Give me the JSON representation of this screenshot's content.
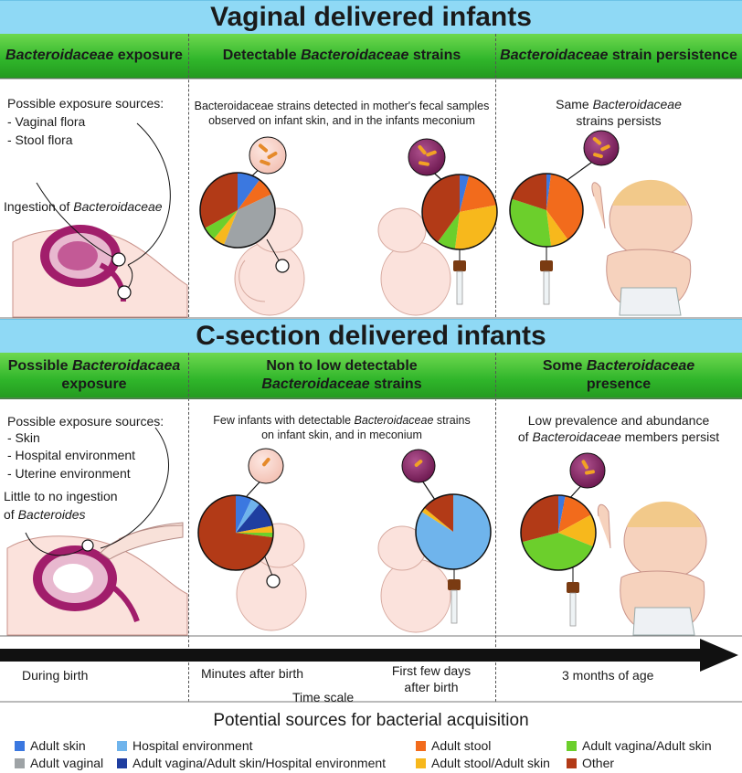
{
  "vaginal": {
    "title": "Vaginal delivered infants",
    "col1_header_it": "Bacteroidaceae",
    "col1_header_rest": " exposure",
    "col2_header_pre": "Detectable ",
    "col2_header_it": "Bacteroidaceae",
    "col2_header_post": " strains",
    "col3_header_it": "Bacteroidaceae",
    "col3_header_rest": " strain persistence",
    "exposure_title": "Possible exposure sources:",
    "exposure_items": [
      "- Vaginal flora",
      "- Stool flora"
    ],
    "ingestion_pre": "Ingestion of ",
    "ingestion_it": "Bacteroidaceae",
    "detected_line1": "Bacteroidaceae strains detected in mother's fecal samples",
    "detected_line2": "observed on infant skin, and in the infants meconium",
    "persist_pre": "Same ",
    "persist_it": "Bacteroidaceae",
    "persist_line2": "strains persists"
  },
  "csection": {
    "title": "C-section delivered infants",
    "col1_header_l1_pre": "Possible ",
    "col1_header_l1_it": "Bacteroidacaea",
    "col1_header_l2": "exposure",
    "col2_header_l1": "Non to low detectable",
    "col2_header_l2_it": "Bacteroidaceae",
    "col2_header_l2_post": " strains",
    "col3_header_l1_pre": "Some ",
    "col3_header_l1_it": "Bacteroidaceae",
    "col3_header_l2": "presence",
    "exposure_title": "Possible exposure sources:",
    "exposure_items": [
      "- Skin",
      "- Hospital environment",
      "- Uterine environment"
    ],
    "ingestion_l1": "Little to no ingestion",
    "ingestion_l2_pre": "of ",
    "ingestion_l2_it": "Bacteroides",
    "few_l1_pre": "Few infants with detectable ",
    "few_l1_it": "Bacteroidaceae",
    "few_l1_post": " strains",
    "few_l2": "on infant skin, and in meconium",
    "low_l1": "Low prevalence and abundance",
    "low_l2_pre": "of ",
    "low_l2_it": "Bacteroidaceae",
    "low_l2_post": " members persist"
  },
  "timeline": {
    "during_birth": "During birth",
    "minutes_after": "Minutes after birth",
    "first_days_l1": "First few days",
    "first_days_l2": "after birth",
    "three_months": "3 months of age",
    "time_scale": "Time scale"
  },
  "legend": {
    "title": "Potential sources for bacterial acquisition",
    "items": [
      {
        "label": "Adult skin",
        "color": "#3b78e0"
      },
      {
        "label": "Hospital environment",
        "color": "#6fb4ec"
      },
      {
        "label": "Adult stool",
        "color": "#f26b1c"
      },
      {
        "label": "Adult vagina/Adult skin",
        "color": "#6ccf2c"
      },
      {
        "label": "Adult vaginal",
        "color": "#9ea3a6"
      },
      {
        "label": "Adult vagina/Adult skin/Hospital environment",
        "color": "#1f3ea0"
      },
      {
        "label": "Adult stool/Adult skin",
        "color": "#f7b81c"
      },
      {
        "label": "Other",
        "color": "#b23a17"
      }
    ]
  },
  "pies": [
    {
      "id": "v-skin",
      "slices": [
        {
          "src": "Adult skin",
          "value": 10
        },
        {
          "src": "Adult stool",
          "value": 8
        },
        {
          "src": "Adult vaginal",
          "value": 38
        },
        {
          "src": "Adult stool/Adult skin",
          "value": 5
        },
        {
          "src": "Adult vagina/Adult skin",
          "value": 6
        },
        {
          "src": "Other",
          "value": 33
        }
      ]
    },
    {
      "id": "v-meconium",
      "slices": [
        {
          "src": "Adult skin",
          "value": 4
        },
        {
          "src": "Adult stool",
          "value": 18
        },
        {
          "src": "Adult stool/Adult skin",
          "value": 30
        },
        {
          "src": "Adult vagina/Adult skin",
          "value": 8
        },
        {
          "src": "Other",
          "value": 40
        }
      ]
    },
    {
      "id": "v-3months",
      "slices": [
        {
          "src": "Adult skin",
          "value": 2
        },
        {
          "src": "Adult stool",
          "value": 38
        },
        {
          "src": "Adult stool/Adult skin",
          "value": 8
        },
        {
          "src": "Adult vagina/Adult skin",
          "value": 32
        },
        {
          "src": "Other",
          "value": 20
        }
      ]
    },
    {
      "id": "c-skin",
      "slices": [
        {
          "src": "Adult skin",
          "value": 7
        },
        {
          "src": "Hospital environment",
          "value": 4
        },
        {
          "src": "Adult vagina/Adult skin/Hospital environment",
          "value": 11
        },
        {
          "src": "Adult stool/Adult skin",
          "value": 3
        },
        {
          "src": "Adult vagina/Adult skin",
          "value": 2
        },
        {
          "src": "Other",
          "value": 73
        }
      ]
    },
    {
      "id": "c-meconium",
      "slices": [
        {
          "src": "Hospital environment",
          "value": 84
        },
        {
          "src": "Adult stool/Adult skin",
          "value": 2
        },
        {
          "src": "Other",
          "value": 14
        }
      ]
    },
    {
      "id": "c-3months",
      "slices": [
        {
          "src": "Adult skin",
          "value": 3
        },
        {
          "src": "Adult stool",
          "value": 14
        },
        {
          "src": "Adult stool/Adult skin",
          "value": 14
        },
        {
          "src": "Adult vagina/Adult skin",
          "value": 40
        },
        {
          "src": "Other",
          "value": 29
        }
      ]
    }
  ]
}
